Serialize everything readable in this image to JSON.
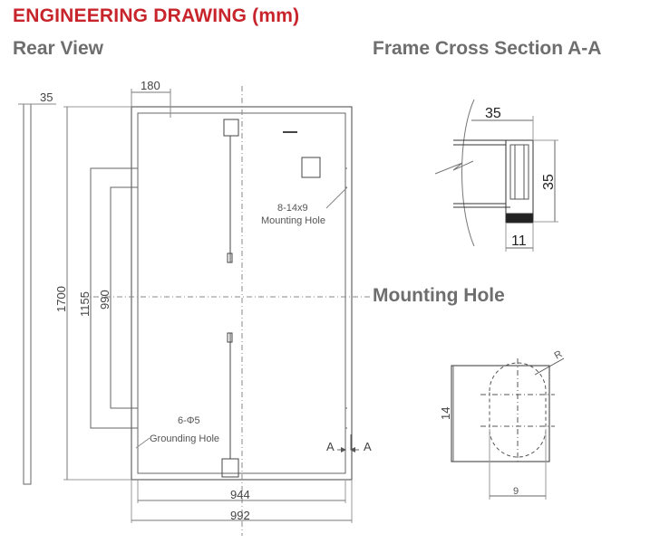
{
  "header": {
    "title": "ENGINEERING DRAWING (mm)"
  },
  "sections": {
    "rear_view": "Rear View",
    "frame_cross_section": "Frame Cross Section A-A",
    "mounting_hole": "Mounting Hole"
  },
  "rear_view": {
    "dims": {
      "frame_thickness": "35",
      "top_offset": "180",
      "height_total": "1700",
      "height_mount_outer": "1155",
      "height_mount_inner": "990",
      "width_inner": "944",
      "width_total": "992"
    },
    "labels": {
      "mounting_hole_spec": "8-14x9",
      "mounting_hole_name": "Mounting Hole",
      "grounding_hole_spec": "6-Φ5",
      "grounding_hole_name": "Grounding Hole",
      "section_a_left": "A",
      "section_a_right": "A"
    }
  },
  "frame_section": {
    "dims": {
      "width": "35",
      "height": "35",
      "lip": "11"
    }
  },
  "mounting_hole_detail": {
    "dims": {
      "height": "14",
      "width": "9",
      "radius": "R"
    }
  },
  "colors": {
    "title": "#c8242b",
    "section": "#6e6e6e",
    "line": "#555555"
  }
}
